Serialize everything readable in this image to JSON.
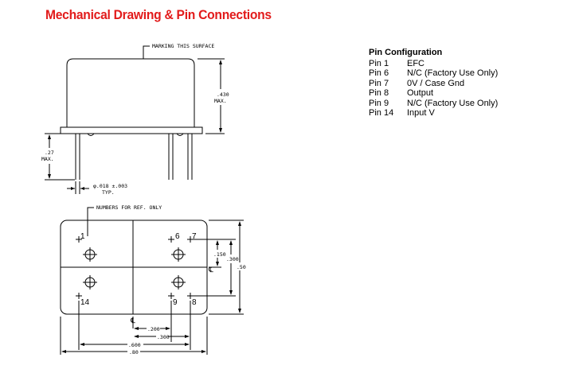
{
  "title": "Mechanical Drawing & Pin Connections",
  "drawing": {
    "side_view": {
      "marking_label": "MARKING THIS SURFACE",
      "height_value": ".430",
      "height_suffix": "MAX.",
      "lead_value": ".27",
      "lead_suffix": "MAX.",
      "pin_dia": "φ.018 ±.003",
      "pin_dia_suffix": "TYP."
    },
    "bottom_view": {
      "ref_label": "NUMBERS FOR REF. ONLY",
      "pin_labels": [
        "1",
        "6",
        "7",
        "14",
        "9",
        "8"
      ],
      "centerline_symbol": "℄",
      "dim_150": ".150",
      "dim_300v": ".300",
      "dim_50": ".50",
      "dim_200": ".200",
      "dim_300h": ".300",
      "dim_600": ".600",
      "dim_80": ".80"
    }
  },
  "pin_configuration": {
    "heading": "Pin Configuration",
    "rows": [
      {
        "pin": "Pin 1",
        "function": "EFC"
      },
      {
        "pin": "Pin 6",
        "function": "N/C (Factory Use Only)"
      },
      {
        "pin": "Pin 7",
        "function": "0V / Case Gnd"
      },
      {
        "pin": "Pin 8",
        "function": "Output"
      },
      {
        "pin": "Pin 9",
        "function": "N/C (Factory Use Only)"
      },
      {
        "pin": "Pin 14",
        "function": "Input V"
      }
    ]
  }
}
